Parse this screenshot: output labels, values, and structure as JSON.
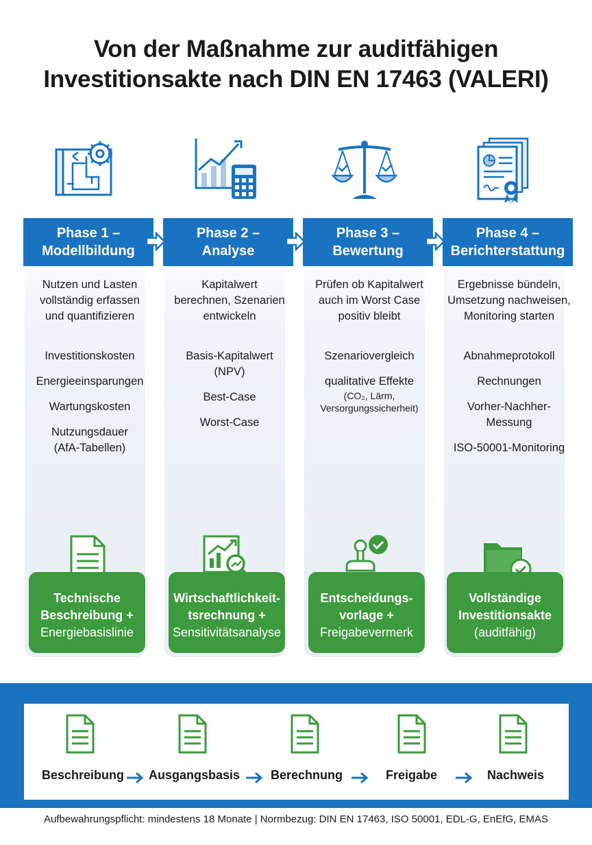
{
  "title": {
    "line1": "Von der Maßnahme zur auditfähigen",
    "line2": "Investitionsakte nach DIN EN 17463 (VALERI)"
  },
  "phases": [
    {
      "header1": "Phase 1 –",
      "header2": "Modellbildung",
      "desc": [
        "Nutzen und Lasten",
        "vollständig erfassen",
        "und quantifizieren"
      ],
      "items": [
        "Investitionskosten",
        "Energieeinsparungen",
        "Wartungskosten",
        "Nutzungsdauer",
        "(AfA-Tabellen)"
      ],
      "result_bold1": "Technische",
      "result_bold2": "Beschreibung +",
      "result_light": "Energiebasislinie"
    },
    {
      "header1": "Phase 2 –",
      "header2": "Analyse",
      "desc": [
        "Kapitalwert",
        "berechnen, Szenarien",
        "entwickeln"
      ],
      "items": [
        "Basis-Kapitalwert",
        "(NPV)",
        "Best-Case",
        "Worst-Case"
      ],
      "result_bold1": "Wirtschaftlichkeit-",
      "result_bold2": "tsrechnung +",
      "result_light": "Sensitivitätsanalyse"
    },
    {
      "header1": "Phase 3 –",
      "header2": "Bewertung",
      "desc": [
        "Prüfen ob Kapitalwert",
        "auch im Worst Case",
        "positiv bleibt"
      ],
      "items": [
        "Szenariovergleich",
        "qualitative Effekte",
        "(CO₂, Lärm,",
        "Versorgungssicherheit)"
      ],
      "result_bold1": "Entscheidungs-",
      "result_bold2": "vorlage +",
      "result_light": "Freigabevermerk"
    },
    {
      "header1": "Phase 4 –",
      "header2": "Berichterstattung",
      "desc": [
        "Ergebnisse bündeln,",
        "Umsetzung nachweisen,",
        "Monitoring starten"
      ],
      "items": [
        "Abnahmeprotokoll",
        "Rechnungen",
        "Vorher-Nachher-",
        "Messung",
        "ISO-50001-Monitoring"
      ],
      "result_bold1": "Vollständige",
      "result_bold2": "Investitionsakte",
      "result_light": "(auditfähig)"
    }
  ],
  "flow": [
    "Beschreibung",
    "Ausgangsbasis",
    "Berechnung",
    "Freigabe",
    "Nachweis"
  ],
  "footer": "Aufbewahrungspflicht: mindestens 18 Monate | Normbezug: DIN EN 17463, ISO 50001, EDL-G, EnEfG, EMAS",
  "colors": {
    "blue": "#1a73c0",
    "green": "#3d9a3e",
    "icon_blue": "#1a73c0",
    "icon_green": "#3d9a3e"
  },
  "icons": [
    "blueprint-gear-icon",
    "chart-calculator-icon",
    "scales-icon",
    "certificate-documents-icon",
    "document-icon",
    "chart-magnifier-icon",
    "stamp-icon",
    "folder-check-icon"
  ]
}
